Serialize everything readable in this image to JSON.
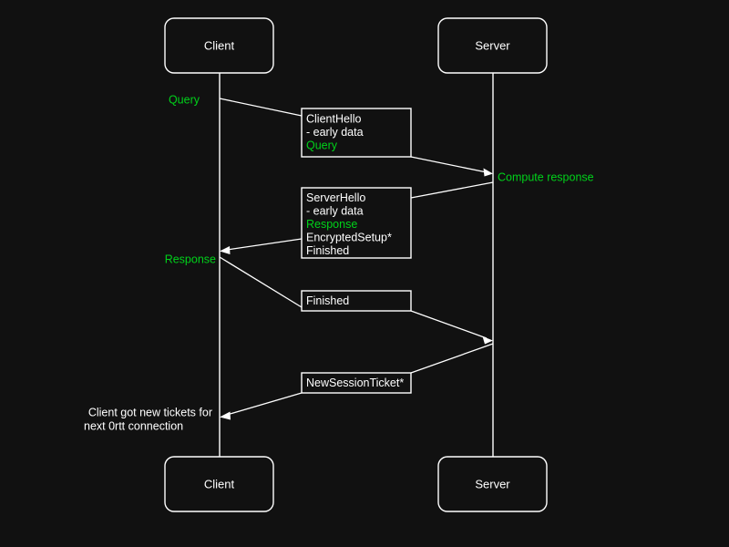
{
  "diagram": {
    "title": "TLS 1.3 0-RTT sequence diagram",
    "background_color": "#111111",
    "line_color": "#ffffff",
    "accent_color": "#00d21a",
    "actors": {
      "client_top": "Client",
      "server_top": "Server",
      "client_bottom": "Client",
      "server_bottom": "Server"
    },
    "notes": {
      "query": "Query",
      "compute_response": "Compute response",
      "response": "Response",
      "tickets_line1": "Client got new tickets for",
      "tickets_line2": "next 0rtt connection"
    },
    "messages": [
      {
        "name": "client-hello",
        "lines": [
          {
            "text": "ClientHello",
            "accent": false
          },
          {
            "text": "- early data",
            "accent": false
          },
          {
            "text": "Query",
            "accent": true
          }
        ]
      },
      {
        "name": "server-hello",
        "lines": [
          {
            "text": "ServerHello",
            "accent": false
          },
          {
            "text": "- early data",
            "accent": false
          },
          {
            "text": "Response",
            "accent": true
          },
          {
            "text": "EncryptedSetup*",
            "accent": false
          },
          {
            "text": "Finished",
            "accent": false
          }
        ]
      },
      {
        "name": "finished",
        "lines": [
          {
            "text": "Finished",
            "accent": false
          }
        ]
      },
      {
        "name": "new-session-ticket",
        "lines": [
          {
            "text": "NewSessionTicket*",
            "accent": false
          }
        ]
      }
    ],
    "message_text": {
      "client_hello_1": "ClientHello",
      "client_hello_2": "- early data",
      "client_hello_3": "Query",
      "server_hello_1": "ServerHello",
      "server_hello_2": "- early data",
      "server_hello_3": "Response",
      "server_hello_4": "EncryptedSetup*",
      "server_hello_5": "Finished",
      "finished_1": "Finished",
      "new_session_ticket_1": "NewSessionTicket*"
    }
  }
}
